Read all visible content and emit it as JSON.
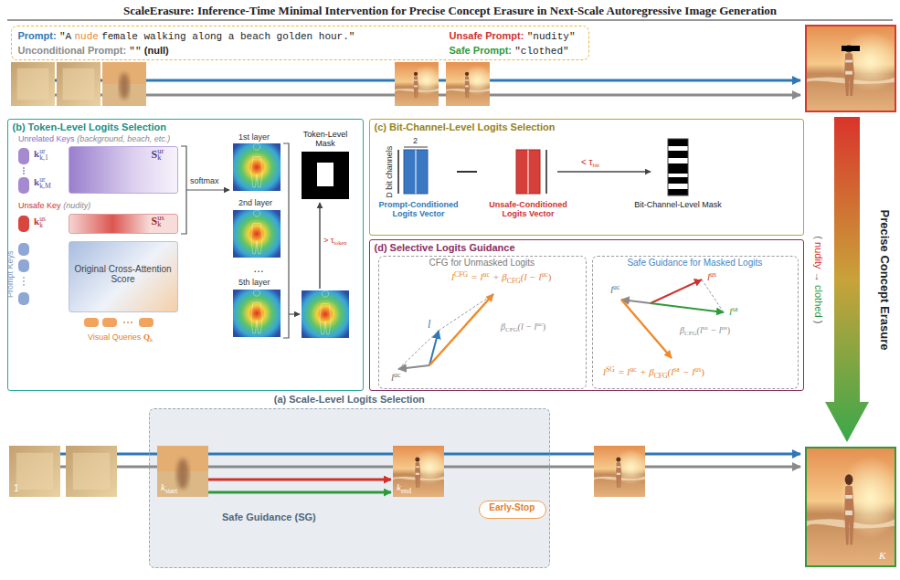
{
  "diagram": {
    "title": "ScaleErasure: Inference-Time Minimal Intervention for Precise Concept Erasure in Next-Scale Autoregressive Image Generation",
    "nodes": [
      {
        "text": [
          "Prompt:",
          "\"A",
          "nude",
          "female walking along a beach golden hour.\"",
          "Unconditional Prompt:",
          "\"\"",
          "(null)",
          "Unsafe Prompt:",
          "\"nudity\"",
          "Safe Prompt:",
          "\"clothed\""
        ]
      },
      {
        "text": [
          "(b) Token-Level Logits Selection"
        ]
      },
      {
        "text": [
          "(c) Bit-Channel-Level Logits Selection"
        ]
      },
      {
        "text": [
          "(d) Selective Logits Guidance"
        ]
      },
      {
        "text": [
          "S",
          "k",
          "ur"
        ],
        "in": 1
      },
      {
        "text": [
          "S",
          "k",
          "us"
        ],
        "in": 1
      },
      {
        "text": [
          "Original Cross-Attention Score"
        ],
        "in": 1
      },
      {
        "text": [
          "CFG for Unmasked Logits"
        ],
        "in": 3
      },
      {
        "text": [
          "Safe Guidance for Masked Logits"
        ],
        "in": 3
      },
      {
        "text": [
          "(a) Scale-Level Logits Selection"
        ]
      },
      {
        "text": [
          "Early-Stop"
        ],
        "in": 9
      }
    ],
    "labels": [
      "Unrelated Keys",
      "(background, beach, etc.)",
      "k",
      "k,1",
      "ur",
      "k",
      "k,M",
      "ur",
      "Unsafe Key",
      "(nudity)",
      "k",
      "k",
      "us",
      "Prompt Keys",
      "Visual Queries",
      "Q",
      "k",
      "softmax",
      "1st layer",
      "2nd layer",
      "…",
      "5th layer",
      "Token-Level Mask",
      "> τ",
      "token",
      "2",
      "D bit channels",
      "Prompt-Conditioned Logits Vector",
      "Unsafe-Conditioned Logits Vector",
      "< τ",
      "bit",
      "Bit-Channel-Level Mask",
      "l",
      "CFG",
      "= l",
      "uc",
      "+ β",
      "CFG",
      "(l − l",
      "uc",
      ")",
      "β",
      "CFG",
      "(l − l",
      "uc",
      ")",
      "l",
      "l",
      "uc",
      "l",
      "uc",
      "l",
      "us",
      "l",
      "sa",
      "β",
      "CFG",
      "(l",
      "sa",
      "− l",
      "us",
      ")",
      "l",
      "SG",
      "= l",
      "uc",
      "+ β",
      "CFG",
      "(l",
      "sa",
      "− l",
      "us",
      ")",
      "1",
      "k",
      "start",
      "k",
      "end",
      "K",
      "Safe Guidance (SG)",
      "Precise Concept Erasure",
      "(",
      "nudity",
      "→",
      "clothed",
      ")"
    ]
  }
}
